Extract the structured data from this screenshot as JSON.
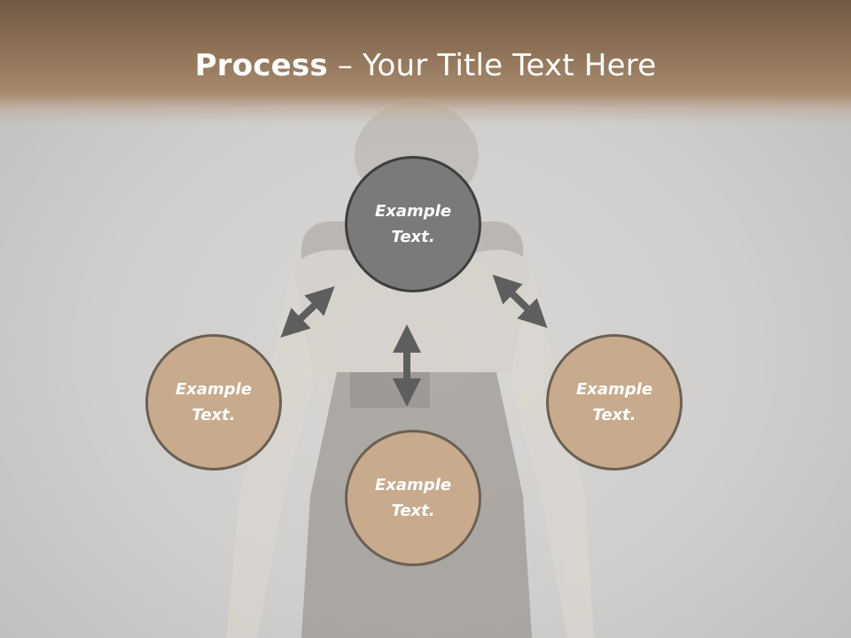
{
  "slide": {
    "title_bold": "Process",
    "title_rest": " – Your Title Text Here"
  },
  "nodes": {
    "center_top": {
      "line1": "Example",
      "line2": "Text."
    },
    "left": {
      "line1": "Example",
      "line2": "Text."
    },
    "right": {
      "line1": "Example",
      "line2": "Text."
    },
    "bottom": {
      "line1": "Example",
      "line2": "Text."
    }
  },
  "colors": {
    "header_brown": "#8a6e53",
    "node_gray": "#7a7a7a",
    "node_tan": "#c8aa8c",
    "arrow_gray": "#5e5e5e"
  },
  "icons": {
    "arrow_left": "double-headed-arrow",
    "arrow_vertical": "double-headed-arrow",
    "arrow_right": "double-headed-arrow"
  }
}
